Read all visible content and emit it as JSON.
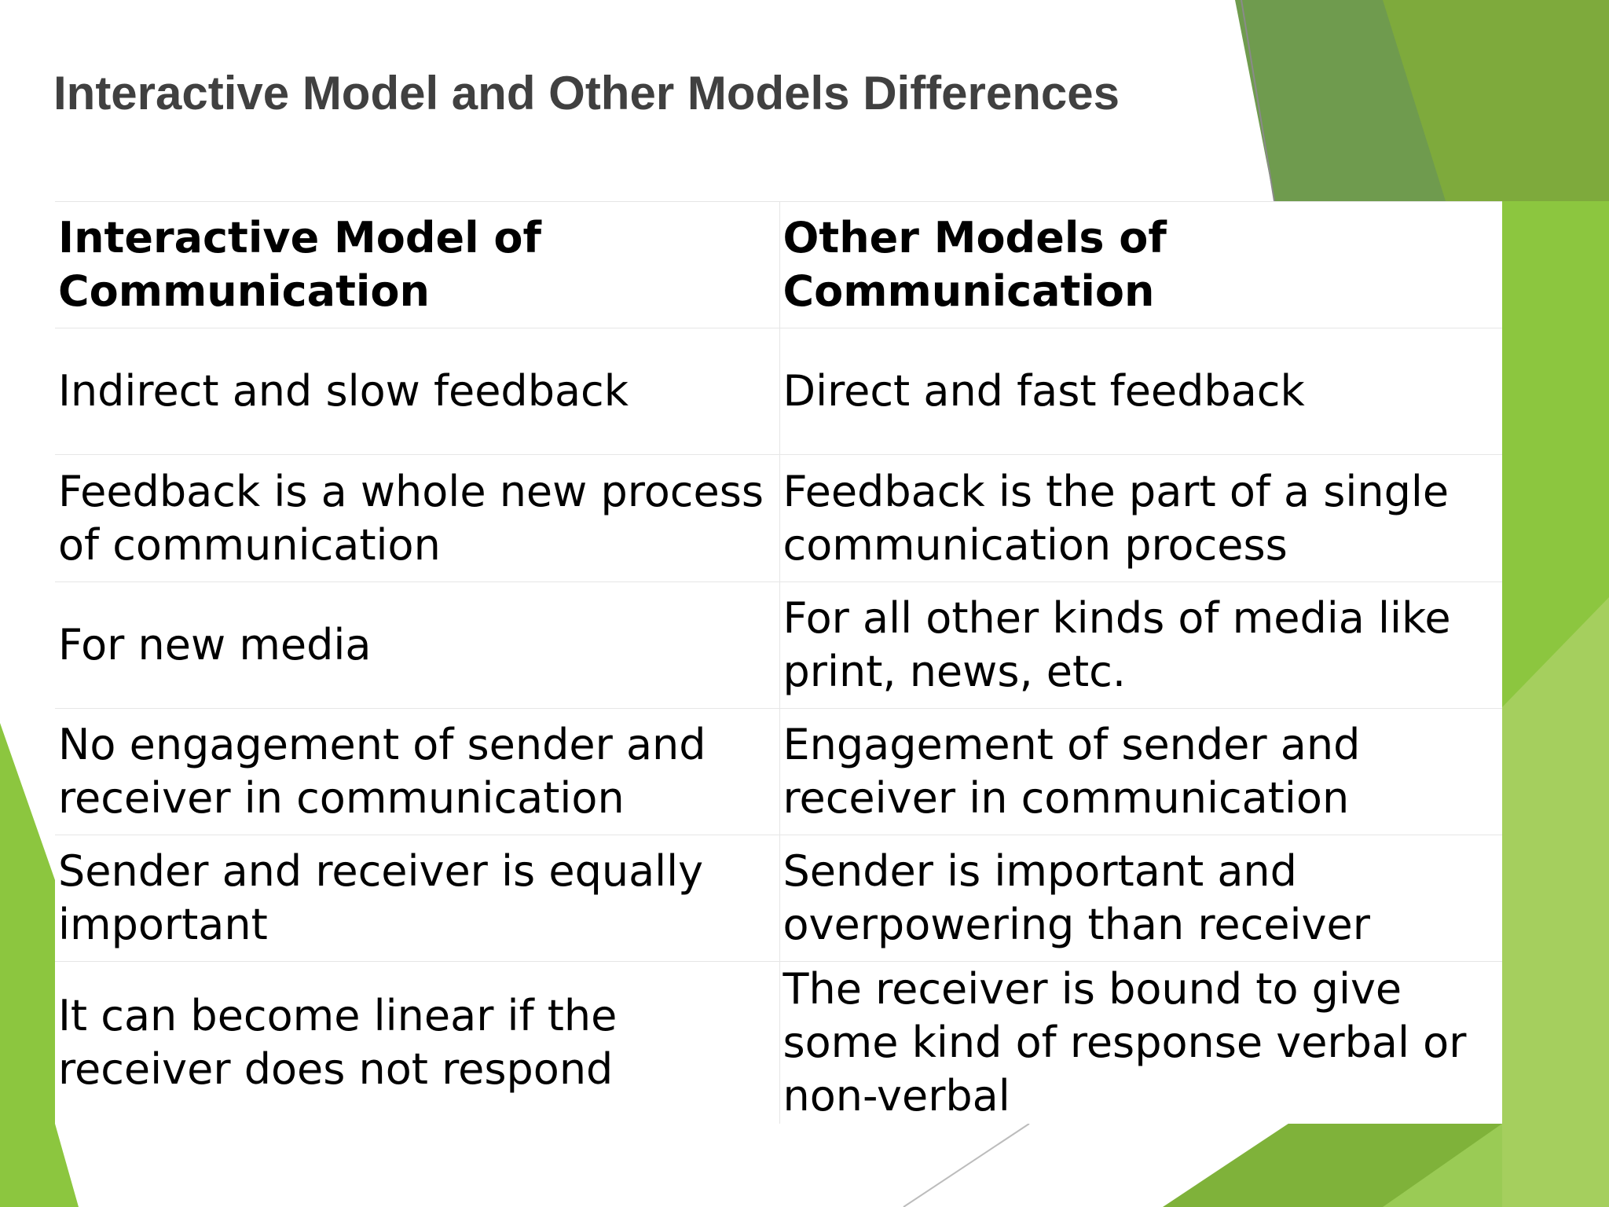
{
  "slide": {
    "title": "Interactive Model and Other Models Differences",
    "theme_colors": {
      "dark_green": "#6b9a4a",
      "mid_green": "#78a63a",
      "bright_green": "#8cc63f",
      "light_green": "#a5cf5e",
      "title_gray": "#404040"
    }
  },
  "table": {
    "headers": [
      "Interactive Model of Communication",
      "Other Models of Communication"
    ],
    "rows": [
      [
        "Indirect and slow feedback",
        "Direct and fast feedback"
      ],
      [
        "Feedback is a whole new process of communication",
        "Feedback is the part of a single communication process"
      ],
      [
        "For new media",
        "For all other kinds of media like print, news, etc."
      ],
      [
        "No engagement of sender and receiver in communication",
        "Engagement of sender and receiver in communication"
      ],
      [
        "Sender and receiver is equally important",
        "Sender is important and overpowering than receiver"
      ],
      [
        "It can become linear if the receiver does not respond",
        "The receiver is bound to give some kind of response verbal or non-verbal"
      ]
    ]
  }
}
